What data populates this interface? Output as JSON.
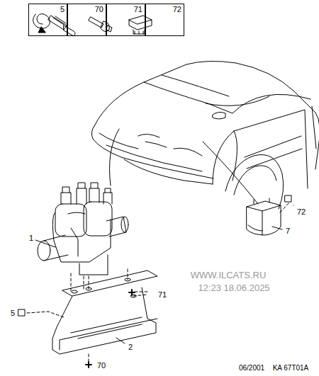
{
  "diagram": {
    "nodes": [
      {
        "text": [
          "5"
        ]
      },
      {
        "text": [
          "70"
        ]
      },
      {
        "text": [
          "71"
        ]
      },
      {
        "text": [
          "72"
        ]
      }
    ],
    "labels": [
      "1",
      "2",
      "5",
      "7",
      "70",
      "71",
      "72",
      "WWW.ILCATS.RU",
      "12:23 18.06.2025",
      "06/2001",
      "KA 67T01A"
    ]
  }
}
